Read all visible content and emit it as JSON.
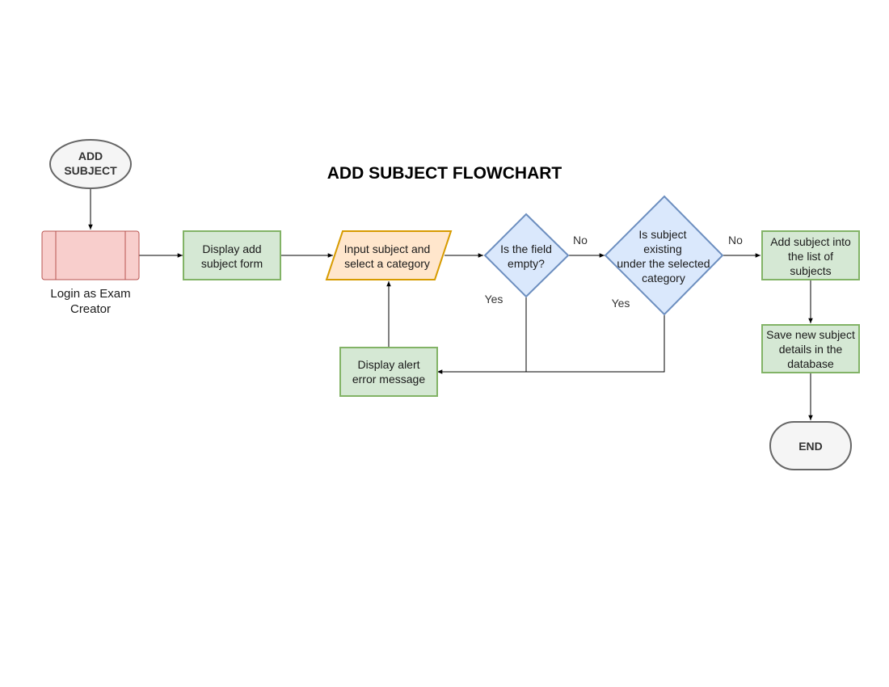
{
  "title": "ADD SUBJECT FLOWCHART",
  "colors": {
    "terminal_fill": "#f5f5f5",
    "terminal_stroke": "#666666",
    "process_fill": "#d5e8d4",
    "process_stroke": "#82b366",
    "io_fill": "#ffe6cc",
    "io_stroke": "#d79b00",
    "decision_fill": "#dae8fc",
    "decision_stroke": "#6c8ebf",
    "subprocess_fill": "#f8cecc",
    "subprocess_stroke": "#b85450",
    "edge_color": "#000000"
  },
  "nodes": {
    "start": {
      "type": "terminal",
      "lines": [
        "ADD",
        "SUBJECT"
      ]
    },
    "login": {
      "type": "subprocess",
      "caption": [
        "Login as Exam",
        "Creator"
      ]
    },
    "display_form": {
      "type": "process",
      "lines": [
        "Display add",
        "subject form"
      ]
    },
    "input_subject": {
      "type": "io",
      "lines": [
        "Input subject and",
        "select a category"
      ]
    },
    "field_empty": {
      "type": "decision",
      "lines": [
        "Is the field",
        "empty?"
      ]
    },
    "subject_exists": {
      "type": "decision",
      "lines": [
        "Is subject",
        "existing",
        "under the selected",
        "category"
      ]
    },
    "add_subject": {
      "type": "process",
      "lines": [
        "Add subject into",
        "the list of",
        "subjects"
      ]
    },
    "save_subject": {
      "type": "process",
      "lines": [
        "Save new subject",
        "details in the",
        "database"
      ]
    },
    "display_alert": {
      "type": "process",
      "lines": [
        "Display alert",
        "error message"
      ]
    },
    "end": {
      "type": "terminal",
      "lines": [
        "END"
      ]
    }
  },
  "edge_labels": {
    "field_empty_no": "No",
    "field_empty_yes": "Yes",
    "subject_exists_no": "No",
    "subject_exists_yes": "Yes"
  },
  "edges": [
    {
      "from": "start",
      "to": "login"
    },
    {
      "from": "login",
      "to": "display_form"
    },
    {
      "from": "display_form",
      "to": "input_subject"
    },
    {
      "from": "input_subject",
      "to": "field_empty"
    },
    {
      "from": "field_empty",
      "to": "subject_exists",
      "label": "No"
    },
    {
      "from": "field_empty",
      "to": "display_alert",
      "label": "Yes"
    },
    {
      "from": "subject_exists",
      "to": "add_subject",
      "label": "No"
    },
    {
      "from": "subject_exists",
      "to": "display_alert",
      "label": "Yes"
    },
    {
      "from": "display_alert",
      "to": "input_subject"
    },
    {
      "from": "add_subject",
      "to": "save_subject"
    },
    {
      "from": "save_subject",
      "to": "end"
    }
  ]
}
